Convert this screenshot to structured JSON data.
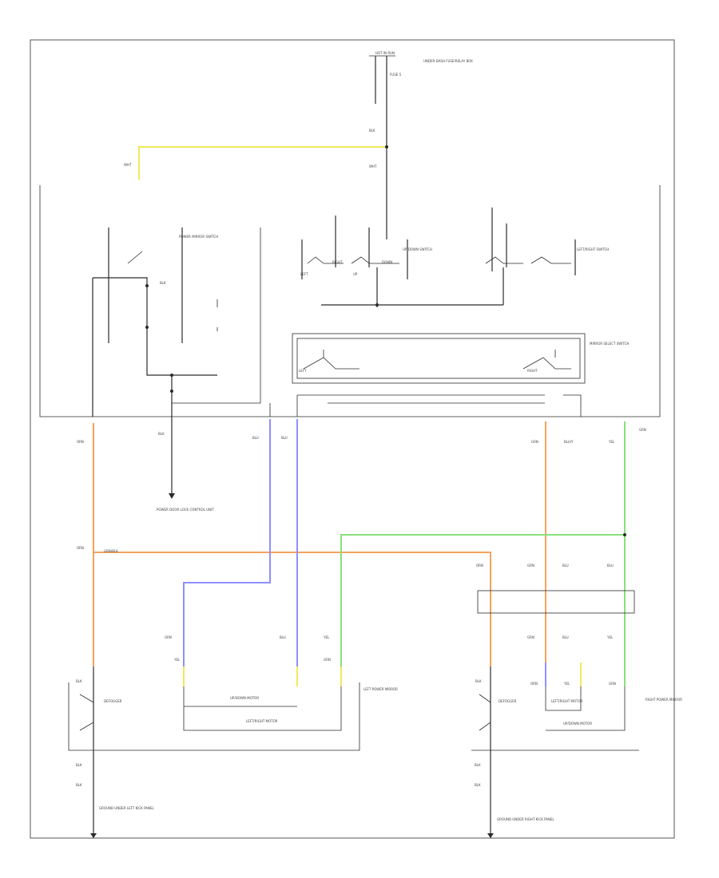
{
  "diagram": {
    "frame_code": "",
    "wire_colors": {
      "yellow": "#f2e85a",
      "orange": "#f5a35c",
      "blue": "#8f8fff",
      "green": "#88e07a",
      "black": "#2b2b2b"
    },
    "labels": [
      "HOT IN RUN",
      "UNDER-DASH FUSE/RELAY BOX",
      "FUSE 5",
      "BLK",
      "WHT",
      "WHT",
      "POWER MIRROR SWITCH",
      "BLK",
      "LEFT",
      "RIGHT",
      "MIRROR SELECT SWITCH",
      "UP",
      "DOWN",
      "LEFT",
      "RIGHT",
      "UP/DOWN SWITCH",
      "LEFT/RIGHT SWITCH",
      "BLK",
      "BLU",
      "BLU",
      "GRN",
      "BLU/Y",
      "YEL",
      "GRN",
      "GRN",
      "BLU",
      "BLU",
      "GRN",
      "BLU",
      "YEL",
      "GRN",
      "BLU",
      "YEL",
      "BLK",
      "BLK",
      "UP/DOWN MOTOR",
      "LEFT/RIGHT MOTOR",
      "LEFT POWER MIRROR",
      "RIGHT POWER MIRROR",
      "DEFOGGER",
      "DEFOGGER",
      "LEFT/RIGHT MOTOR",
      "UP/DOWN MOTOR",
      "BLK",
      "BLK",
      "BLK",
      "BLK",
      "GROUND UNDER LEFT KICK PANEL",
      "GROUND UNDER RIGHT KICK PANEL",
      "POWER DOOR LOCK CONTROL UNIT",
      "ORN",
      "ORN",
      "GRN/BLK",
      "ORN",
      "YEL",
      "GRN",
      "ORN",
      "YEL",
      "GRN"
    ]
  }
}
